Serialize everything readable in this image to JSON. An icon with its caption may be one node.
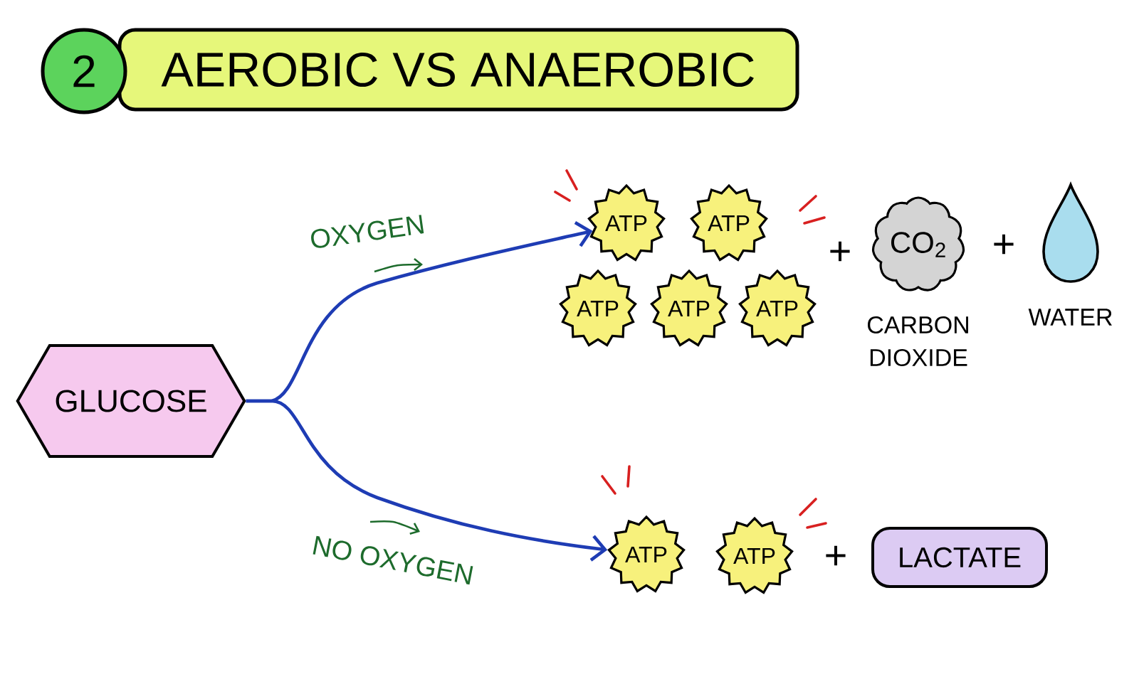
{
  "diagram": {
    "title": "AEROBIC VS ANAEROBIC",
    "nodes": [
      {
        "text": [
          "GLUCOSE"
        ]
      },
      {
        "text": [
          "ATP"
        ]
      },
      {
        "text": [
          "ATP"
        ]
      },
      {
        "text": [
          "ATP"
        ]
      },
      {
        "text": [
          "ATP"
        ]
      },
      {
        "text": [
          "ATP"
        ]
      },
      {
        "text": [
          "CO$_{2}$"
        ],
        "beside": [
          "CARBON DIOXIDE"
        ]
      },
      {
        "text": [],
        "shape": "drop",
        "beside": [
          "WATER"
        ]
      },
      {
        "text": [
          "ATP"
        ]
      },
      {
        "text": [
          "ATP"
        ]
      },
      {
        "text": [
          "LACTATE"
        ]
      }
    ],
    "edges": [
      {
        "from": 0,
        "to": 1,
        "arrow": "to",
        "label": "OXYGEN"
      },
      {
        "from": 0,
        "to": 8,
        "arrow": "to",
        "label": "NO OXYGEN"
      }
    ],
    "labels": [
      "2",
      "+",
      "+",
      "+"
    ]
  }
}
